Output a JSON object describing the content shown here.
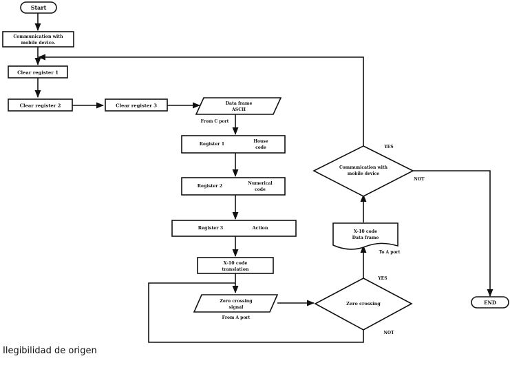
{
  "diagram": {
    "start": "Start",
    "communication": [
      "Communication with",
      "mobile device."
    ],
    "clear1": "Clear register 1",
    "clear2": "Clear register 2",
    "clear3": "Clear register 3",
    "data_frame": [
      "Data frame",
      "ASCII"
    ],
    "from_c_port": "From C port",
    "register1": "Register 1",
    "house_code": [
      "House",
      "code"
    ],
    "register2": "Register 2",
    "numerical_code": [
      "Numerical",
      "code"
    ],
    "register3": "Register 3",
    "action": "Action",
    "x10_translation": [
      "X-10 code",
      "translation"
    ],
    "zero_signal": [
      "Zero crossing",
      "signal"
    ],
    "from_a_port": "From A port",
    "zero_crossing": "Zero crossing",
    "yes_zero": "YES",
    "not_zero": "NOT",
    "x10_frame": [
      "X-10 code",
      "Data frame"
    ],
    "to_a_port": "To A port",
    "comm_decision": [
      "Communication with",
      "mobile device"
    ],
    "yes_comm": "YES",
    "not_comm": "NOT",
    "end": "END"
  },
  "caption": "Ilegibilidad de origen"
}
